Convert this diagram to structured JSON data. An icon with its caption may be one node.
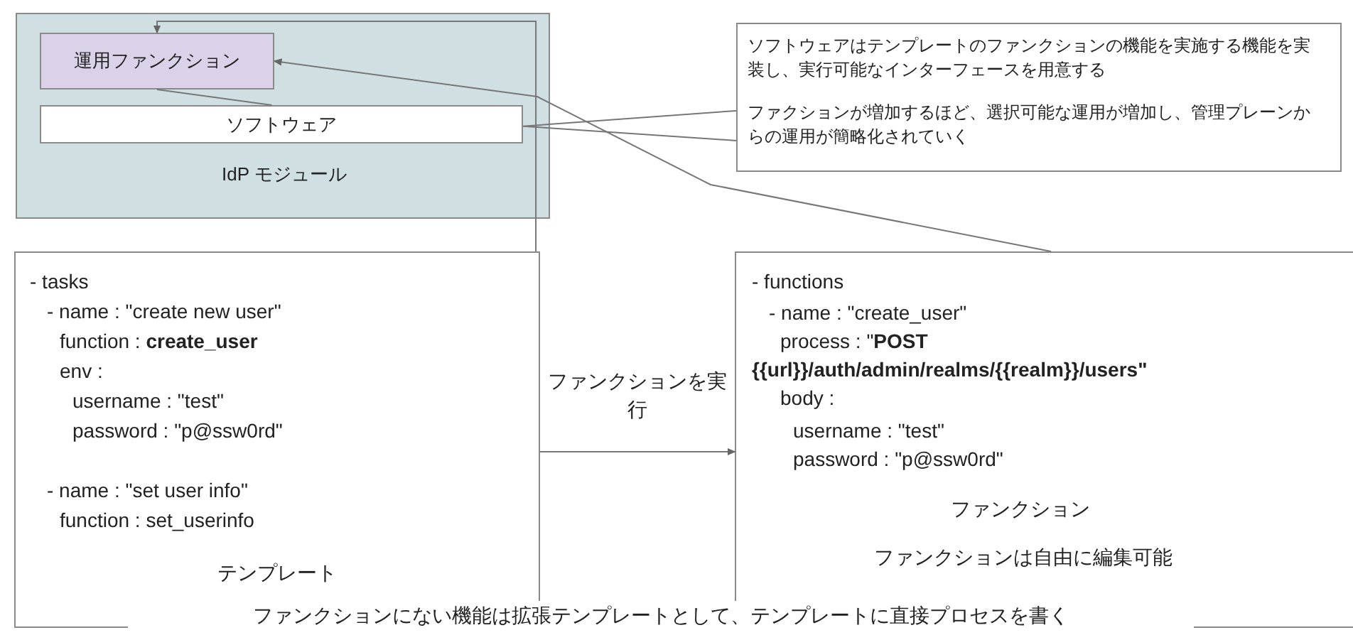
{
  "diagram": {
    "nodes": [
      {
        "text": [
          "IdP モジュール"
        ]
      },
      {
        "text": [
          "運用ファンクション"
        ],
        "in": 0
      },
      {
        "text": [
          "ソフトウェア"
        ],
        "in": 0
      },
      {
        "text": [
          "ソフトウェアはテンプレートのファンクションの機能を実施する機能を実装し、実行可能なインターフェースを用意する",
          "ファクションが増加するほど、選択可能な運用が増加し、管理プレーンからの運用が簡略化されていく"
        ]
      },
      {
        "text": [
          "- tasks",
          "- name : \"create new user\"",
          "function : **create_user**",
          "env :",
          "username : \"test\"",
          "password : \"p@ssw0rd\"",
          "- name : \"set user info\"",
          "function : set_userinfo",
          "テンプレート"
        ]
      },
      {
        "text": [
          "- functions",
          "- name : \"create_user\"",
          "process : \"**POST {{url}}/auth/admin/realms/{{realm}}/users\"**",
          "body :",
          "username : \"test\"",
          "password : \"p@ssw0rd\"",
          "ファンクション",
          "ファンクションは自由に編集可能"
        ]
      }
    ],
    "edges": [
      {
        "from": 1,
        "to": 2,
        "arrow": "none"
      },
      {
        "from": 3,
        "to": 2,
        "arrow": "none"
      },
      {
        "from": 4,
        "to": 1,
        "arrow": "to"
      },
      {
        "from": 5,
        "to": 1,
        "arrow": "to"
      },
      {
        "from": 4,
        "to": 5,
        "arrow": "to",
        "label": "ファンクションを実行"
      }
    ],
    "labels": [
      "ファンクションにない機能は拡張テンプレートとして、テンプレートに直接プロセスを書く"
    ]
  }
}
